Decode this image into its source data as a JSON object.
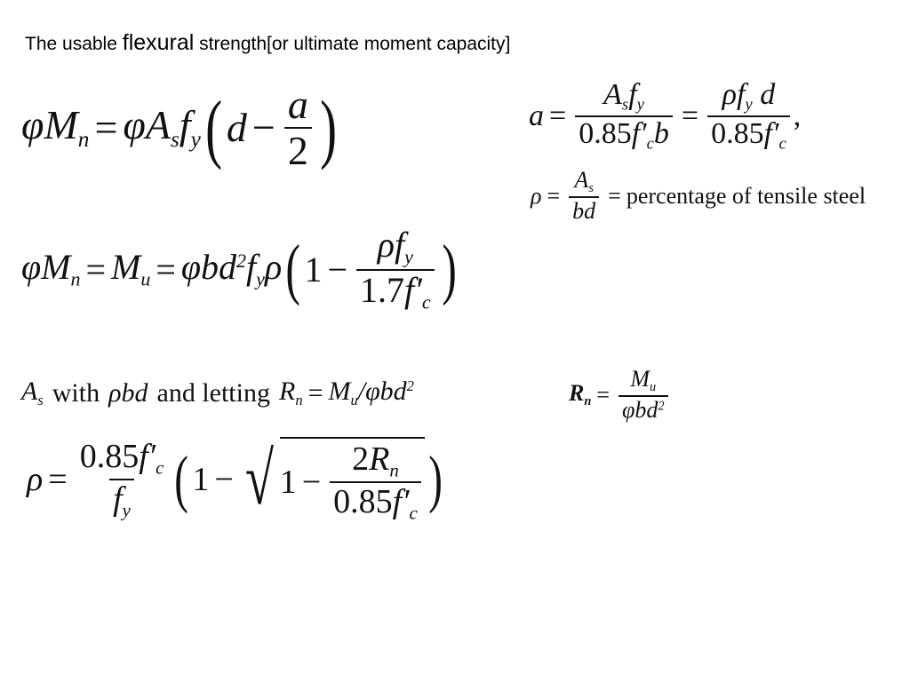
{
  "heading": {
    "part1": "The usable ",
    "part2": "flexural",
    "part3": " strength[or ultimate  moment capacity]"
  },
  "eq_text": {
    "rho_def_text": "percentage of tensile steel",
    "with_text": "with",
    "and_letting_text": "and letting",
    "c085": "0.85",
    "c17": "1.7",
    "c2": "2",
    "c1": "1"
  }
}
